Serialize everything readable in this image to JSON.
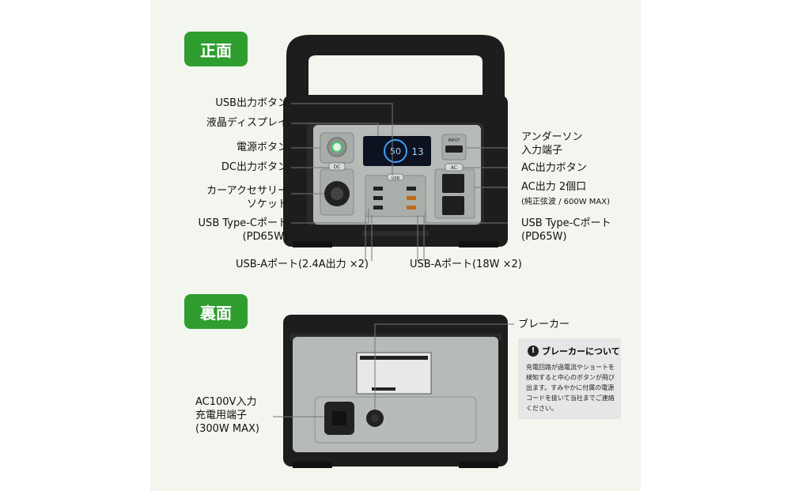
{
  "front": {
    "title": "正面",
    "labels": {
      "usb_button": "USB出力ボタン",
      "lcd": "液晶ディスプレイ",
      "power_button": "電源ボタン",
      "dc_button": "DC出力ボタン",
      "car_socket_1": "カーアクセサリー",
      "car_socket_2": "ソケット",
      "usbc_left_1": "USB Type-Cポート",
      "usbc_left_2": "(PD65W)",
      "usba_left": "USB-Aポート(2.4A出力 ×2)",
      "usba_right": "USB-Aポート(18W ×2)",
      "anderson_1": "アンダーソン",
      "anderson_2": "入力端子",
      "ac_button": "AC出力ボタン",
      "ac_out_1": "AC出力 2個口",
      "ac_out_2": "(純正弦波 / 600W MAX)",
      "usbc_right_1": "USB Type-Cポート",
      "usbc_right_2": "(PD65W)"
    },
    "device": {
      "usb_tag": "USB",
      "dc_tag": "DC",
      "ac_tag": "AC",
      "input_tag": "INPUT",
      "lcd_value": "50",
      "lcd_right": "13"
    }
  },
  "back": {
    "title": "裏面",
    "labels": {
      "breaker": "ブレーカー",
      "ac_in_1": "AC100V入力",
      "ac_in_2": "充電用端子",
      "ac_in_3": "(300W MAX)"
    },
    "note": {
      "title": "ブレーカーについて",
      "body": "充電回路が過電流やショートを検知すると中心のボタンが飛び出ます。すみやかに付属の電源コードを抜いて当社までご連絡ください。"
    }
  },
  "colors": {
    "badge": "#2f9e2f",
    "panel": "#f2f6ee"
  }
}
